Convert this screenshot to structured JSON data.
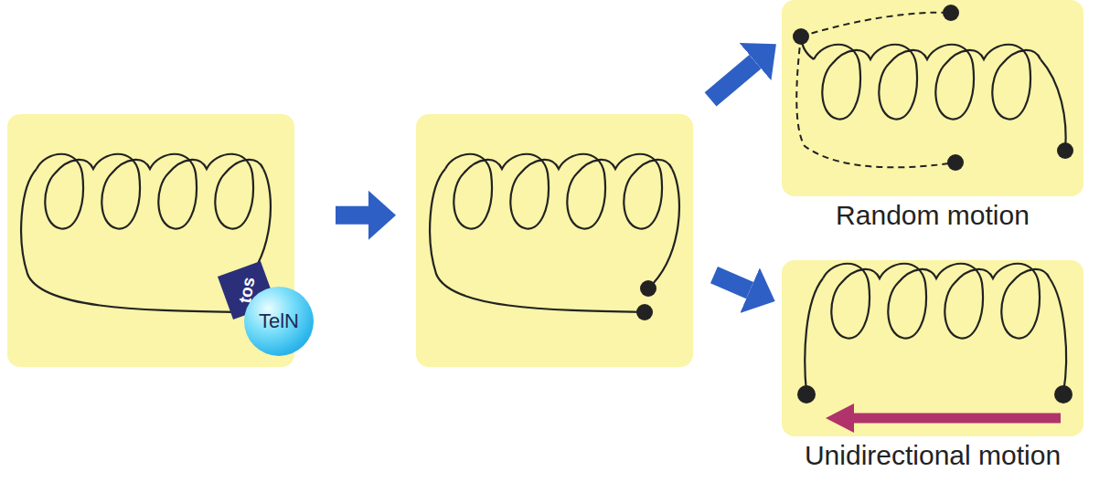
{
  "diagram": {
    "nodes": [
      {
        "text": []
      },
      {
        "text": [
          "tos"
        ],
        "in": 0
      },
      {
        "text": [
          "TelN"
        ],
        "in": 0
      },
      {
        "text": []
      },
      {
        "text": [
          "Random motion"
        ]
      },
      {
        "text": [
          "Unidirectional motion"
        ]
      }
    ],
    "edges": [
      {
        "from": 0,
        "to": 3,
        "arrow": "to"
      },
      {
        "from": 3,
        "to": 4,
        "arrow": "to"
      },
      {
        "from": 3,
        "to": 5,
        "arrow": "to"
      }
    ]
  }
}
